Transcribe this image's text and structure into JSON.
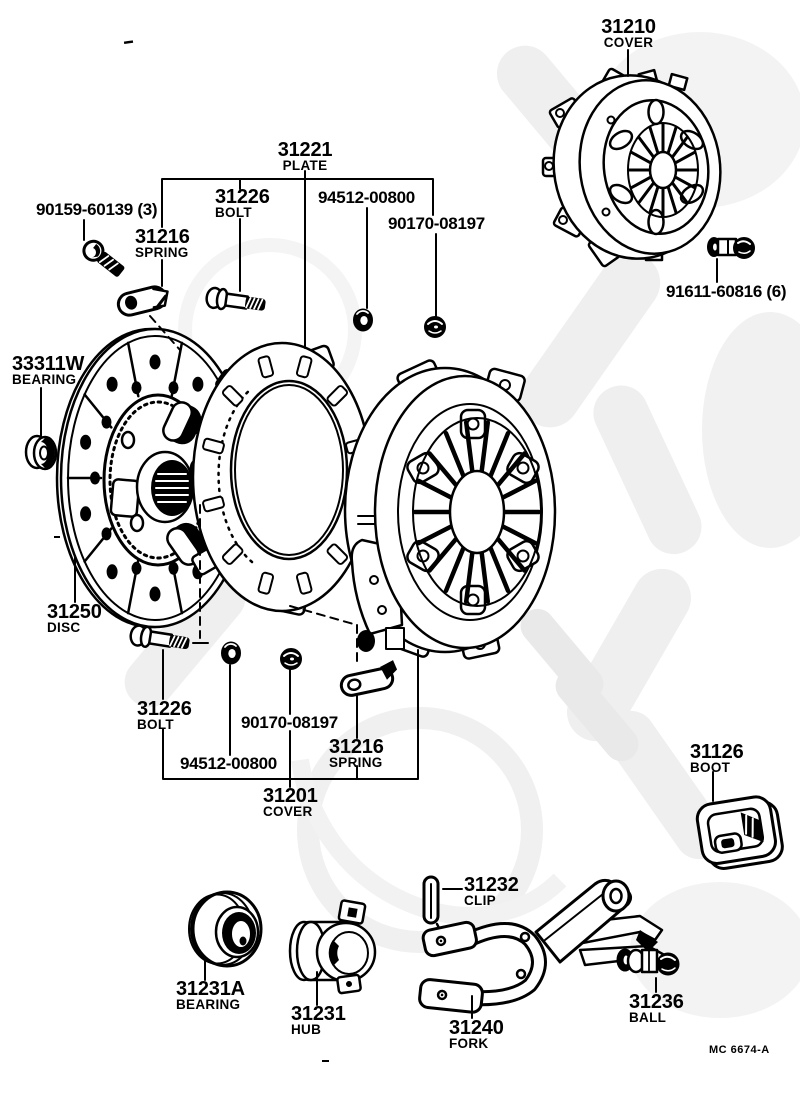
{
  "page": {
    "background": "#ffffff",
    "line_color": "#000000",
    "watermark_color": "#eeeeee",
    "doc_code": "MC 6674-A"
  },
  "labels": {
    "cover_top": {
      "number": "31210",
      "name": "COVER"
    },
    "cover_bolt": {
      "number": "91611-60816 (6)"
    },
    "plate": {
      "number": "31221",
      "name": "PLATE"
    },
    "bolt_top": {
      "number": "31226",
      "name": "BOLT"
    },
    "washer_top": {
      "number": "94512-00800"
    },
    "nut_top": {
      "number": "90170-08197"
    },
    "flywheel_bolt": {
      "number": "90159-60139 (3)"
    },
    "spring_top": {
      "number": "31216",
      "name": "SPRING"
    },
    "pilot_bearing": {
      "number": "33311W",
      "name": "BEARING"
    },
    "disc": {
      "number": "31250",
      "name": "DISC"
    },
    "bolt_bottom": {
      "number": "31226",
      "name": "BOLT"
    },
    "nut_bottom": {
      "number": "90170-08197"
    },
    "washer_bottom": {
      "number": "94512-00800"
    },
    "spring_bottom": {
      "number": "31216",
      "name": "SPRING"
    },
    "cover_main": {
      "number": "31201",
      "name": "COVER"
    },
    "boot": {
      "number": "31126",
      "name": "BOOT"
    },
    "clip": {
      "number": "31232",
      "name": "CLIP"
    },
    "release_bearing": {
      "number": "31231A",
      "name": "BEARING"
    },
    "hub": {
      "number": "31231",
      "name": "HUB"
    },
    "fork": {
      "number": "31240",
      "name": "FORK"
    },
    "ball": {
      "number": "31236",
      "name": "BALL"
    }
  }
}
